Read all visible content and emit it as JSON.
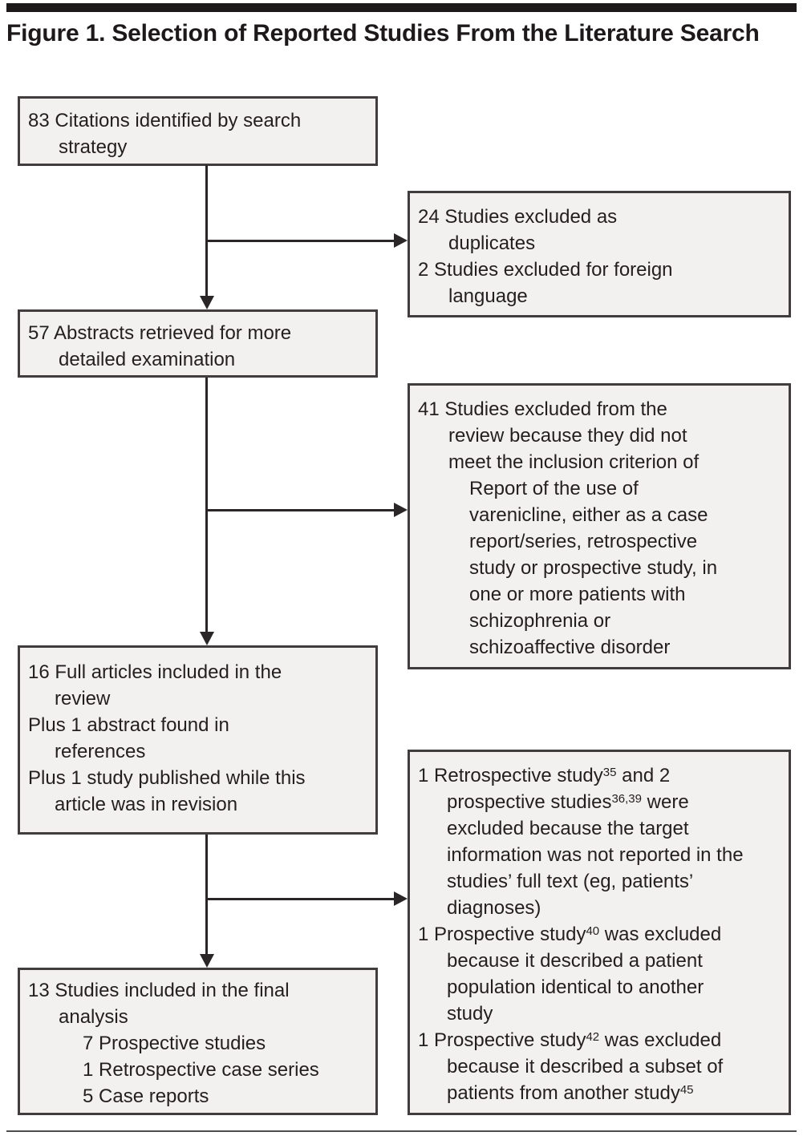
{
  "figure": {
    "title": "Figure 1. Selection of Reported Studies From the Literature Search"
  },
  "flow": {
    "citations": {
      "text": "83 Citations identified by search strategy"
    },
    "abstracts": {
      "text": "57 Abstracts retrieved for more detailed examination"
    },
    "full_articles": {
      "lines": [
        "16 Full articles included in the review",
        "Plus 1 abstract found in references",
        "Plus 1 study published while this article was in revision"
      ]
    },
    "final_analysis": {
      "main": "13 Studies included in the final analysis",
      "sub_items": [
        "7 Prospective studies",
        "1 Retrospective case series",
        "5 Case reports"
      ]
    }
  },
  "exclusions": {
    "duplicates": {
      "items": [
        "24 Studies excluded as duplicates",
        "2 Studies excluded for foreign language"
      ]
    },
    "criteria": {
      "main": "41 Studies excluded from the review because they did not meet the inclusion criterion of",
      "detail": "Report of the use of varenicline, either as a case report/series, retrospective study or prospective study, in one or more patients with schizophrenia or schizoaffective disorder"
    },
    "final": {
      "items": [
        {
          "segments": [
            {
              "t": "1 Retrospective study"
            },
            {
              "sup": "35"
            },
            {
              "t": " and 2 prospective studies"
            },
            {
              "sup": "36,39"
            },
            {
              "t": " were excluded because the target information was not reported in the studies’ full text (eg, patients’ diagnoses)"
            }
          ]
        },
        {
          "segments": [
            {
              "t": "1 Prospective study"
            },
            {
              "sup": "40"
            },
            {
              "t": " was excluded because it described a patient population identical to another study"
            }
          ]
        },
        {
          "segments": [
            {
              "t": "1 Prospective study"
            },
            {
              "sup": "42"
            },
            {
              "t": " was excluded because it described a subset of patients from another study"
            },
            {
              "sup": "45"
            }
          ]
        }
      ]
    }
  }
}
